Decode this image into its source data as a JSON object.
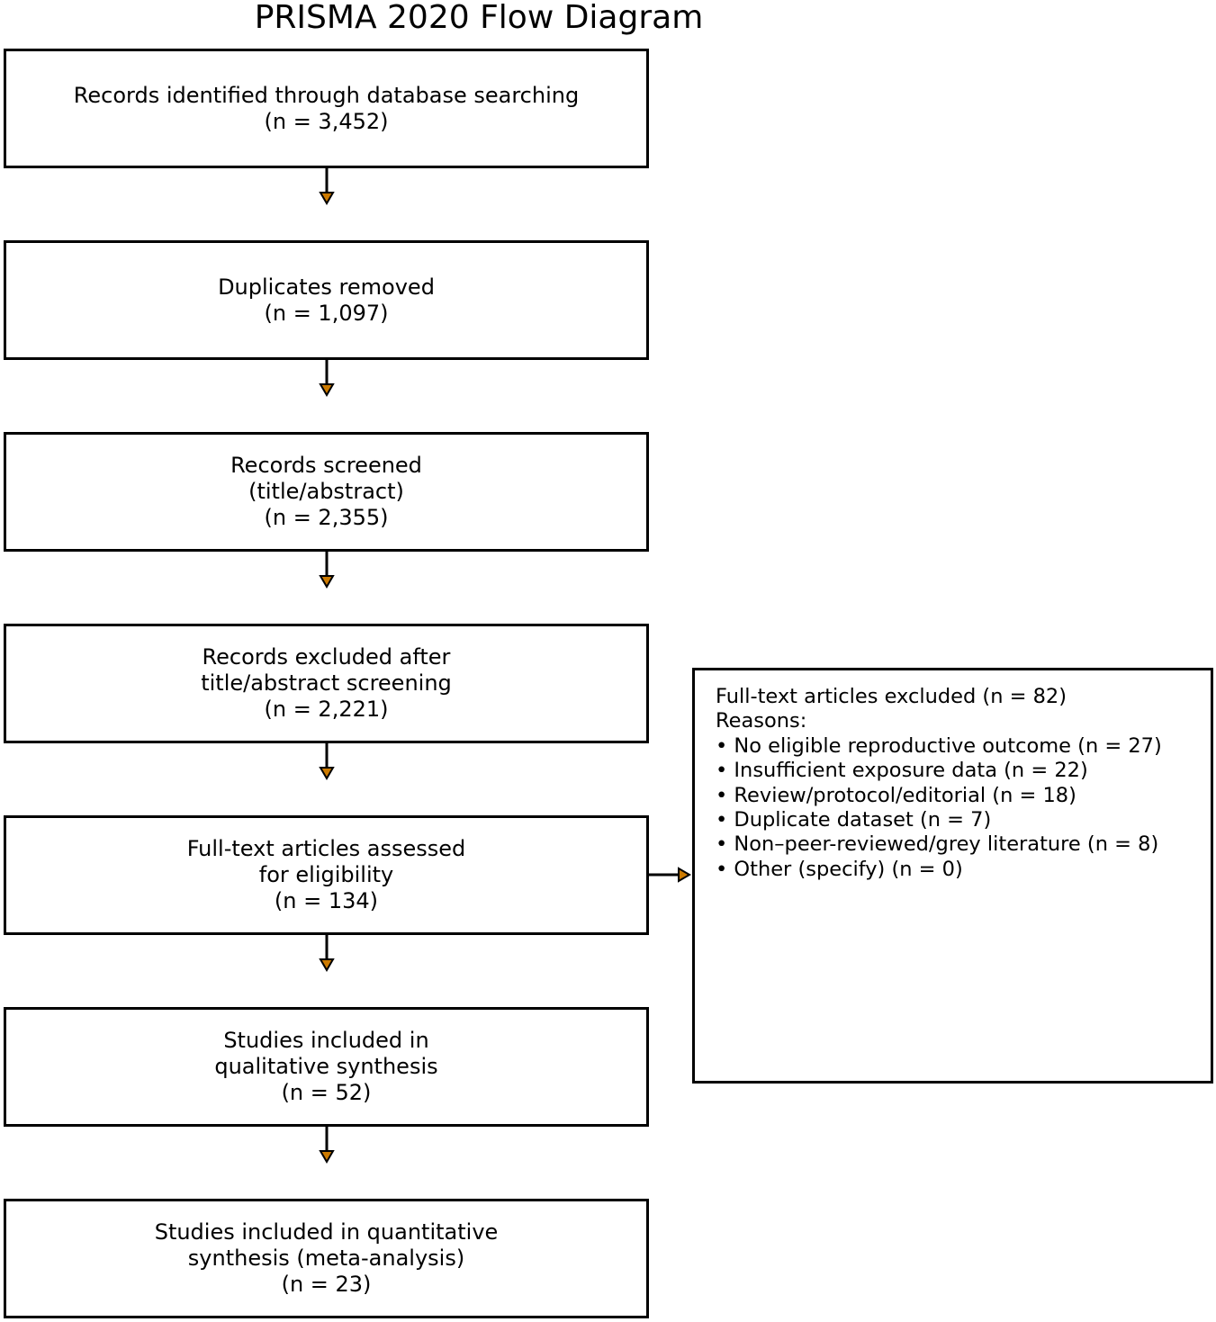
{
  "title": "PRISMA 2020 Flow Diagram",
  "flow_boxes": [
    {
      "lines": [
        "Records identified through database searching",
        "(n = 3,452)"
      ]
    },
    {
      "lines": [
        "Duplicates removed",
        "(n = 1,097)"
      ]
    },
    {
      "lines": [
        "Records screened",
        "(title/abstract)",
        "(n = 2,355)"
      ]
    },
    {
      "lines": [
        "Records excluded after",
        "title/abstract screening",
        "(n = 2,221)"
      ]
    },
    {
      "lines": [
        "Full-text articles assessed",
        "for eligibility",
        "(n = 134)"
      ]
    },
    {
      "lines": [
        "Studies included in",
        "qualitative synthesis",
        "(n = 52)"
      ]
    },
    {
      "lines": [
        "Studies included in quantitative",
        "synthesis (meta-analysis)",
        "(n = 23)"
      ]
    }
  ],
  "exclusion_box": {
    "heading": "Full-text articles excluded (n = 82)",
    "reasons_label": "Reasons:",
    "reasons": [
      "• No eligible reproductive outcome (n = 27)",
      "• Insufficient exposure data (n = 22)",
      "• Review/protocol/editorial (n = 18)",
      "• Duplicate dataset (n = 7)",
      "• Non–peer-reviewed/grey literature (n = 8)",
      "• Other (specify) (n = 0)"
    ]
  },
  "colors": {
    "box_border": "#000000",
    "arrow_line": "#000000",
    "arrow_head_fill": "#cc7a00"
  }
}
